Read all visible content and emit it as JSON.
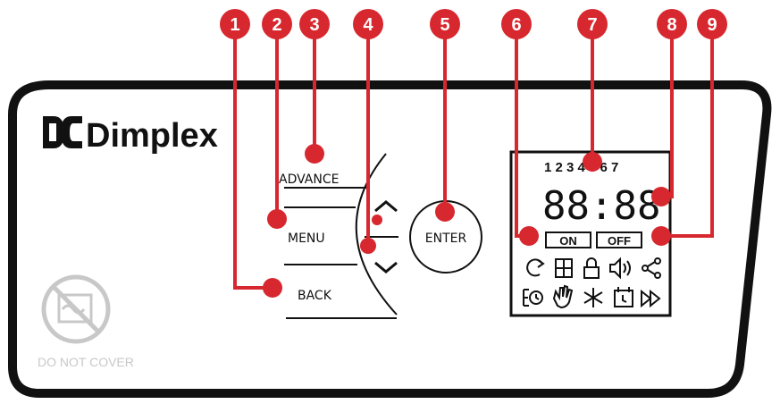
{
  "brand": {
    "name": "Dimplex"
  },
  "buttons": {
    "advance": "ADVANCE",
    "menu": "MENU",
    "back": "BACK",
    "enter": "ENTER"
  },
  "lcd": {
    "days": "1 2 3 4 5 6 7",
    "time": "88:88",
    "on": "ON",
    "off": "OFF"
  },
  "warning": {
    "text": "DO NOT COVER"
  },
  "callouts": [
    "1",
    "2",
    "3",
    "4",
    "5",
    "6",
    "7",
    "8",
    "9"
  ],
  "colors": {
    "callout": "#d7282f",
    "outline": "#111111",
    "warning": "#c8c8c8"
  }
}
